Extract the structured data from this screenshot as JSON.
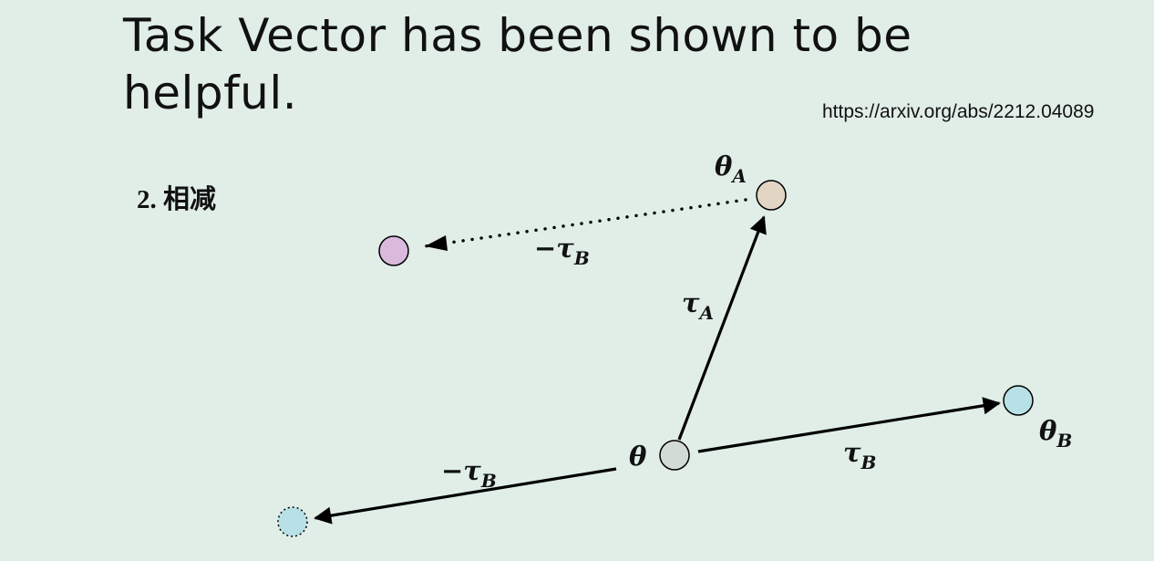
{
  "slide": {
    "title": "Task Vector has been shown to be helpful.",
    "link": "https://arxiv.org/abs/2212.04089",
    "section": "2. 相减"
  },
  "diagram": {
    "nodes": {
      "theta": {
        "label": "θ",
        "color": "#d2dbd4"
      },
      "theta_a": {
        "label": "θ",
        "sub": "A",
        "color": "#e2d5c4"
      },
      "theta_b": {
        "label": "θ",
        "sub": "B",
        "color": "#b7e1e6"
      },
      "result": {
        "color": "#d9b9dc"
      },
      "neg_b_end": {
        "color": "#b7e1e6"
      }
    },
    "edges": {
      "tau_a": {
        "label": "τ",
        "sub": "A"
      },
      "tau_b": {
        "label": "τ",
        "sub": "B"
      },
      "neg_tau_b": {
        "label": "−τ",
        "sub": "B"
      },
      "neg_tau_b_dotted": {
        "label": "−τ",
        "sub": "B"
      }
    }
  }
}
